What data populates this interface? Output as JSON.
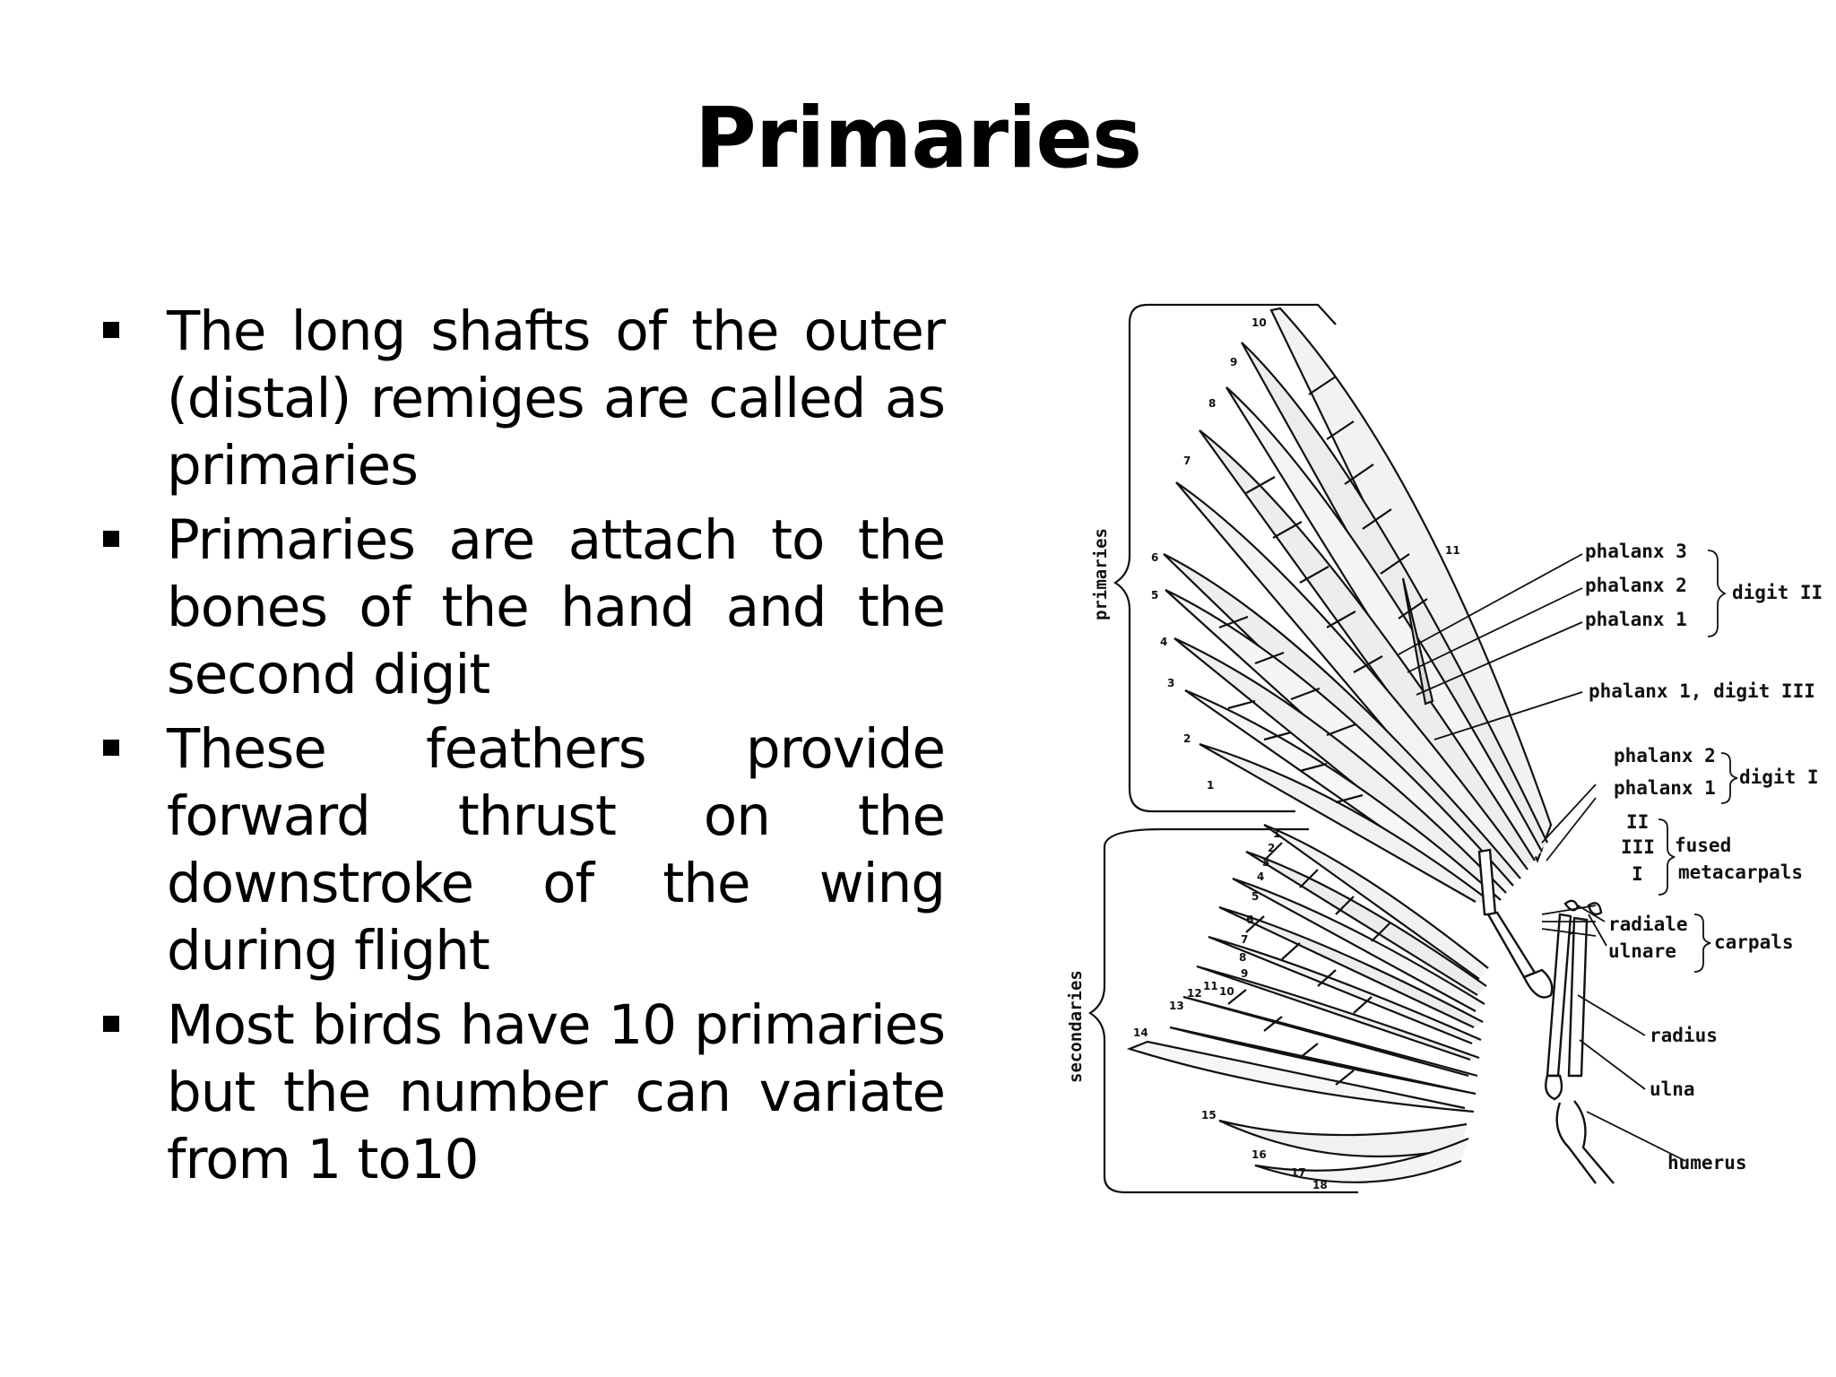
{
  "slide": {
    "title": "Primaries",
    "bullets": [
      "The long shafts of the outer (distal) remiges are called as primaries",
      "Primaries are attach to the bones of the hand and the second digit",
      "These feathers provide forward thrust on the downstroke of the wing during flight",
      "Most birds have 10 primaries but the number can variate from 1 to10"
    ]
  },
  "diagram": {
    "group_labels": {
      "primaries": "primaries",
      "secondaries": "secondaries"
    },
    "labels": {
      "phalanx3": "phalanx 3",
      "phalanx2": "phalanx 2",
      "phalanx1": "phalanx 1",
      "digit2": "digit II",
      "phalanx1_digit3": "phalanx 1, digit III",
      "phalanx2b": "phalanx 2",
      "phalanx1b": "phalanx 1",
      "digit1": "digit I",
      "ii": "II",
      "iii": "III",
      "i": "I",
      "fused": "fused",
      "metacarpals": "metacarpals",
      "radiale": "radiale",
      "ulnare": "ulnare",
      "carpals": "carpals",
      "radius": "radius",
      "ulna": "ulna",
      "humerus": "humerus"
    },
    "primary_numbers": [
      "10",
      "9",
      "8",
      "7",
      "6",
      "5",
      "4",
      "3",
      "2",
      "1",
      "11"
    ],
    "secondary_numbers": [
      "1",
      "2",
      "3",
      "4",
      "5",
      "6",
      "7",
      "8",
      "9",
      "10",
      "11",
      "12",
      "13",
      "14",
      "15",
      "16",
      "17",
      "18"
    ]
  }
}
